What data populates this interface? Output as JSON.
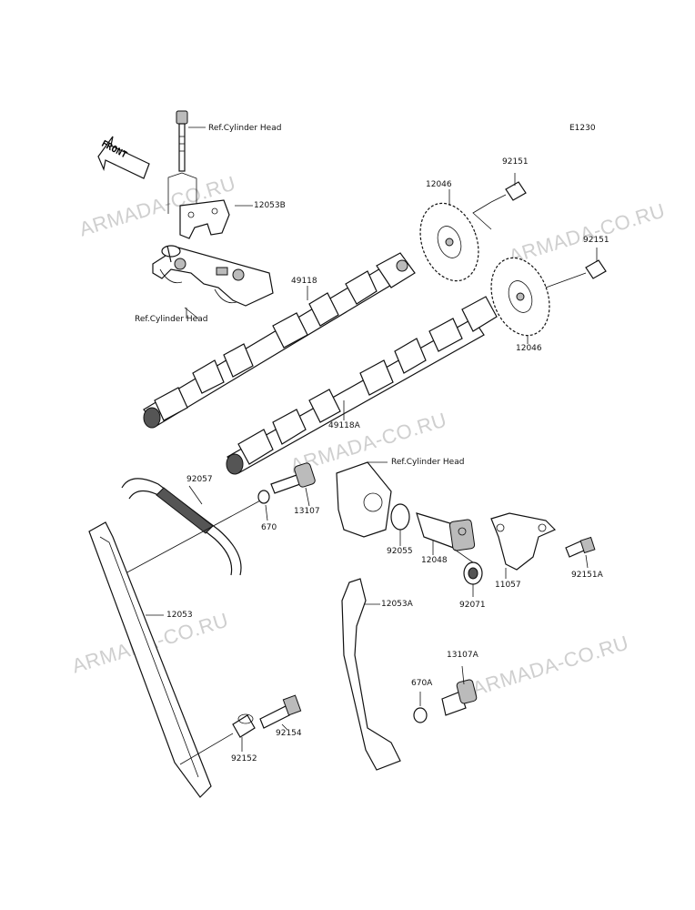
{
  "diagram": {
    "code": "E1230",
    "watermark": "ARMADA-CO.RU",
    "front_label": "FRONT",
    "parts": {
      "p92151_top": "92151",
      "p12046_top": "12046",
      "p92151_right": "92151",
      "p12046_bottom": "12046",
      "p49118": "49118",
      "p49118a": "49118A",
      "p12053b": "12053B",
      "ref_head_1": "Ref.Cylinder Head",
      "ref_head_2": "Ref.Cylinder Head",
      "ref_head_3": "Ref.Cylinder Head",
      "p92057": "92057",
      "p670": "670",
      "p13107": "13107",
      "p92055": "92055",
      "p12048": "12048",
      "p11057": "11057",
      "p92151a": "92151A",
      "p92071": "92071",
      "p12053": "12053",
      "p12053a": "12053A",
      "p13107a": "13107A",
      "p670a": "670A",
      "p92154": "92154",
      "p92152": "92152"
    }
  }
}
